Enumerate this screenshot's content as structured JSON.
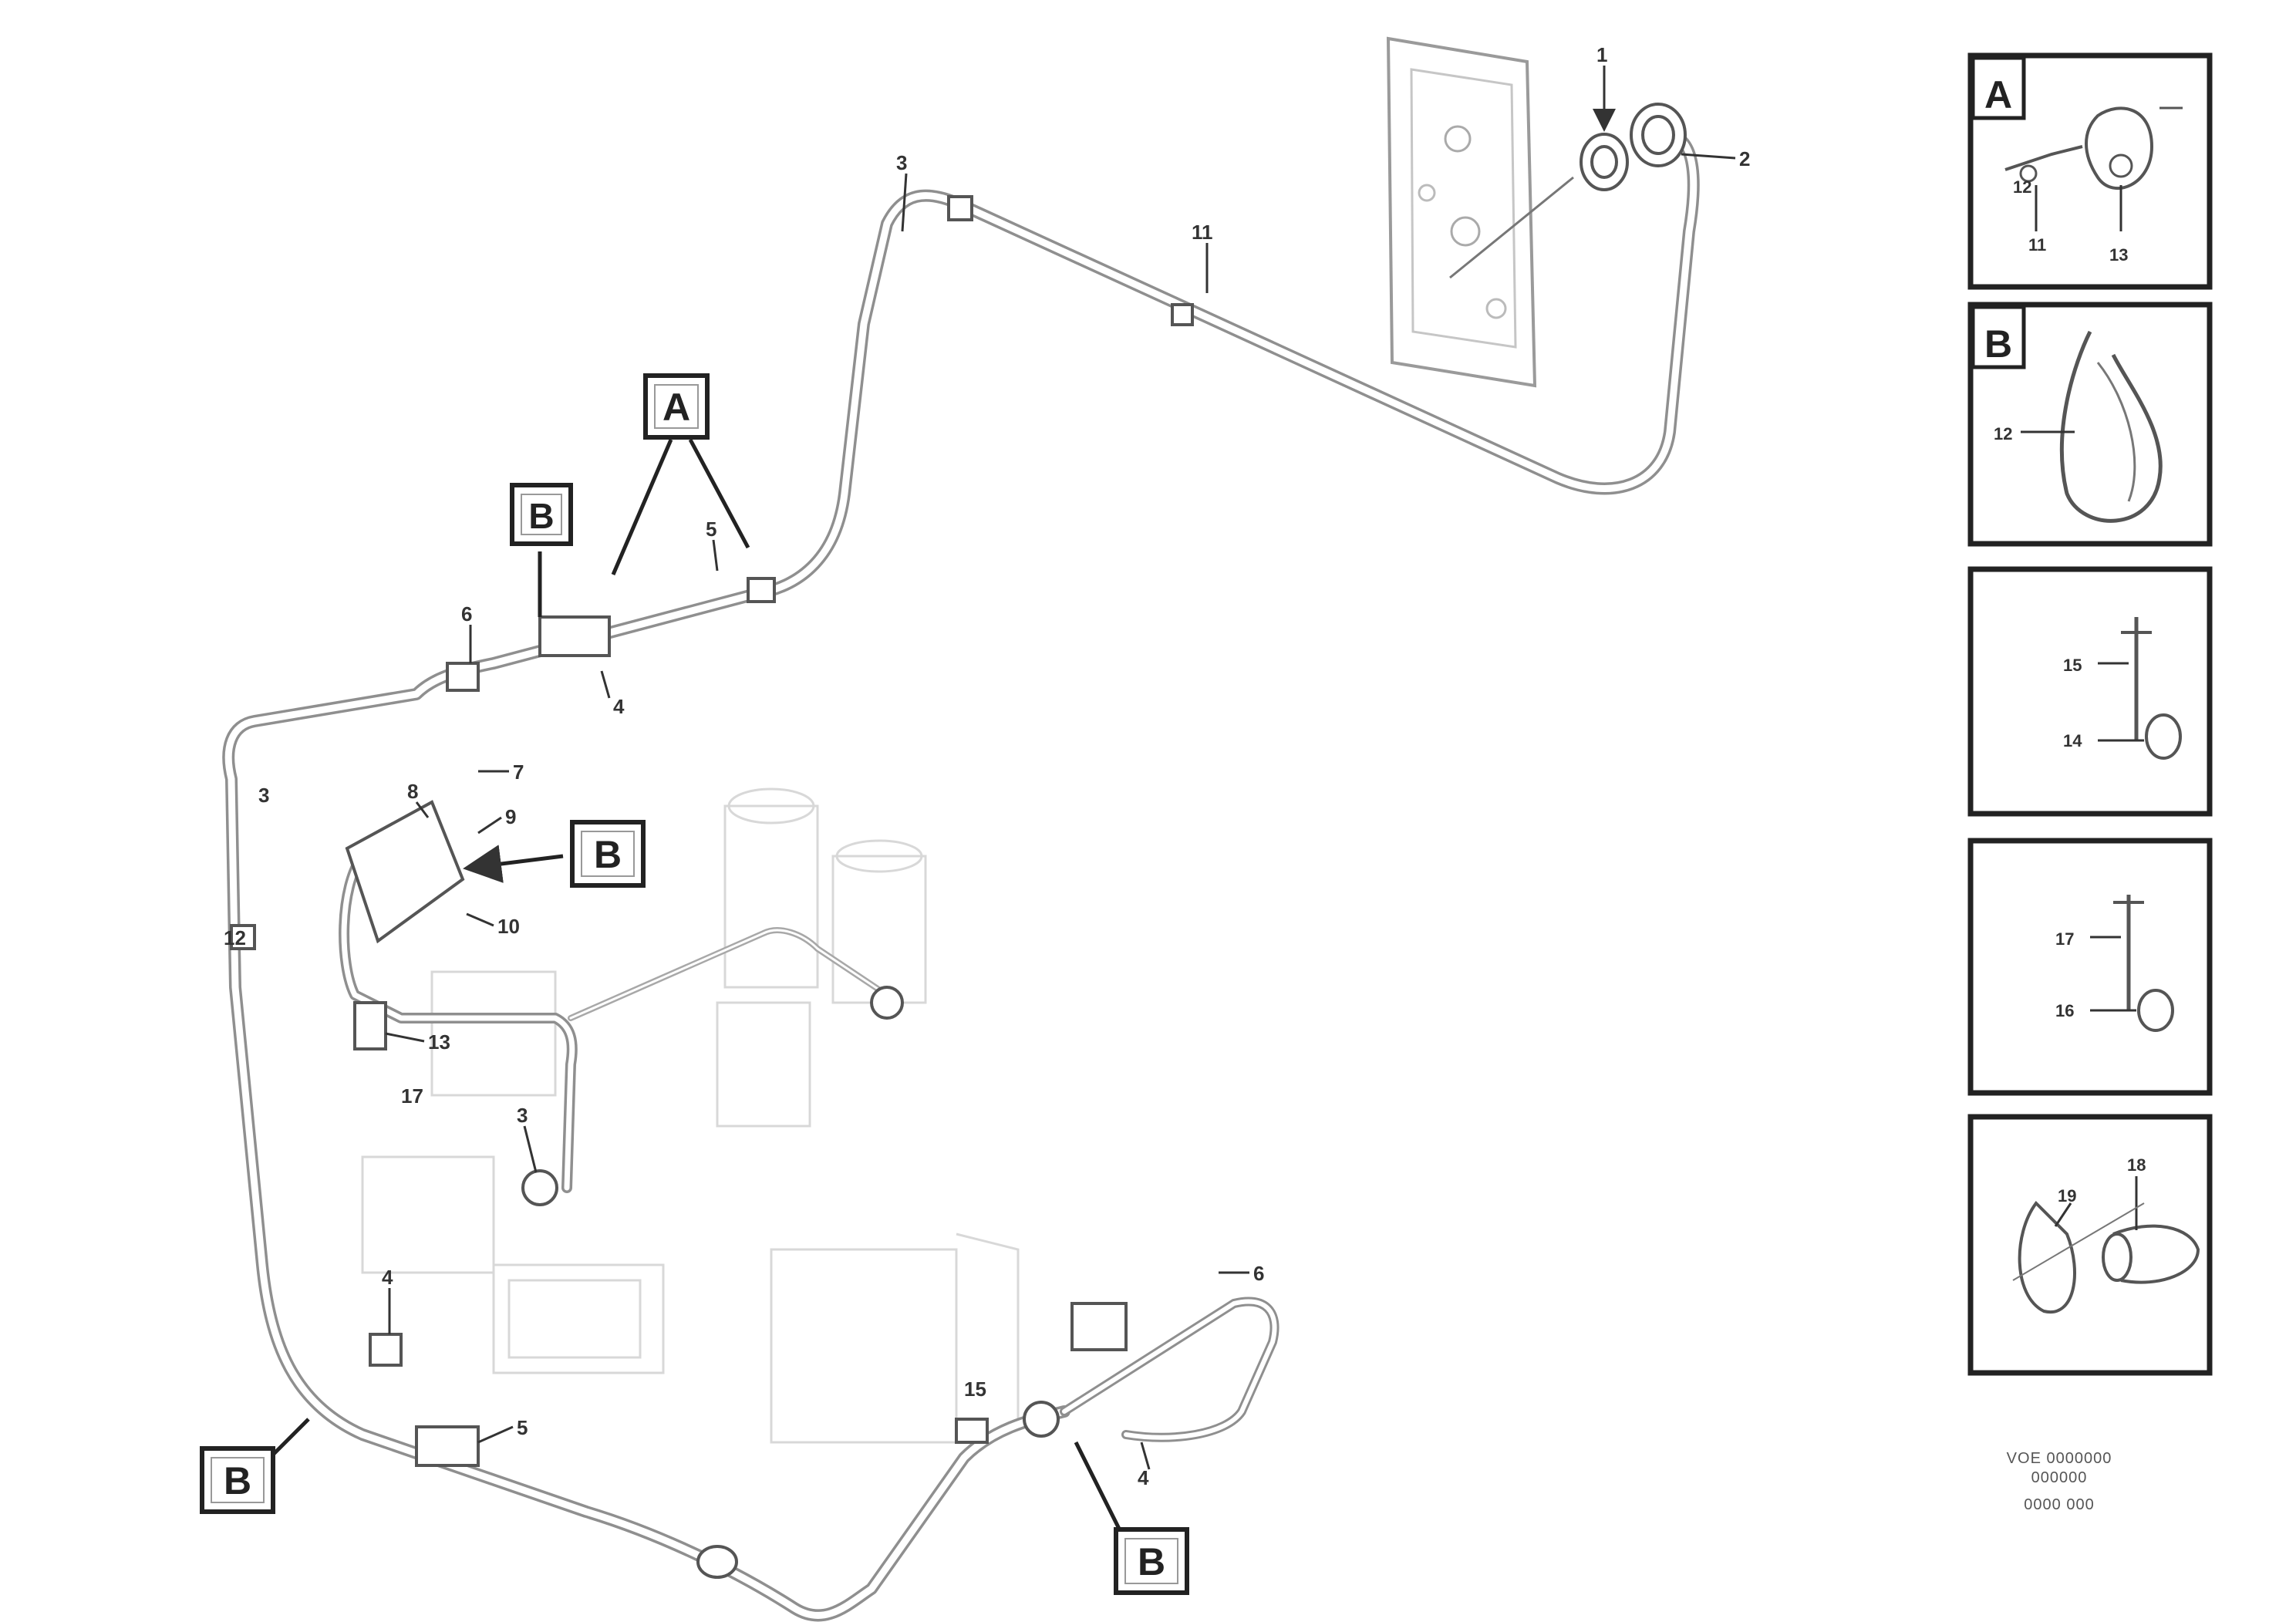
{
  "callouts": {
    "a_main": "A",
    "b_top": "B",
    "b_mid": "B",
    "b_left": "B",
    "b_bottom": "B"
  },
  "part_numbers": {
    "n1": "1",
    "n2": "2",
    "n3": "3",
    "n4": "4",
    "n5": "5",
    "n6": "6",
    "n7": "7",
    "n8": "8",
    "n9": "9",
    "n10": "10",
    "n11": "11",
    "n12": "12",
    "n13": "13",
    "n14": "14",
    "n15": "15",
    "n16": "16",
    "n17": "17",
    "n18": "18",
    "n19": "19"
  },
  "detail_panels": {
    "a_letter": "A",
    "a_11": "11",
    "a_12": "12",
    "a_13": "13",
    "b_letter": "B",
    "b_12": "12",
    "p3_15": "15",
    "p3_14": "14",
    "p4_17": "17",
    "p4_16": "16",
    "p5_19": "19",
    "p5_18": "18"
  },
  "metadata": {
    "code": "VOE 0000000",
    "subcode": "000000",
    "ref": "0000 000"
  }
}
